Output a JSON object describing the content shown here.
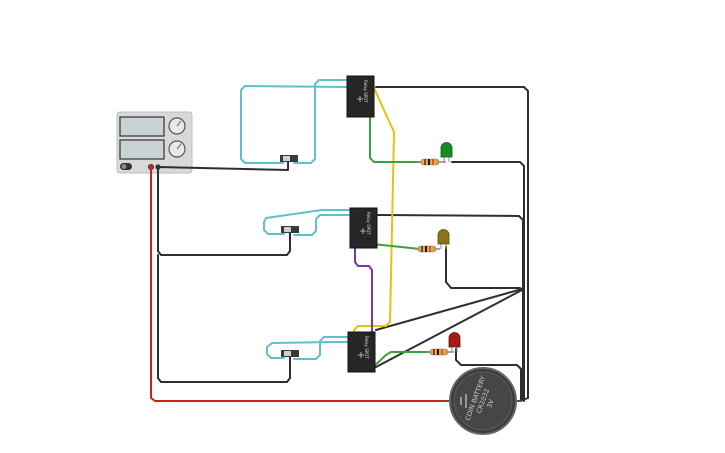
{
  "battery": {
    "line1": "COIN BATTERY",
    "line2": "CR2032",
    "line3": "3V"
  },
  "relays": [
    {
      "label": "Relay SPDT"
    },
    {
      "label": "Relay SPDT"
    },
    {
      "label": "Relay SPDT"
    }
  ],
  "leds": [
    {
      "color": "#1a8a22"
    },
    {
      "color": "#8a7416"
    },
    {
      "color": "#a61818"
    }
  ],
  "wire_colors": {
    "black": "#2e2e2e",
    "cyan": "#62bfcc",
    "green": "#3aa23a",
    "yellow": "#e4c20e",
    "purple": "#7a3a9a",
    "red": "#c62424"
  }
}
